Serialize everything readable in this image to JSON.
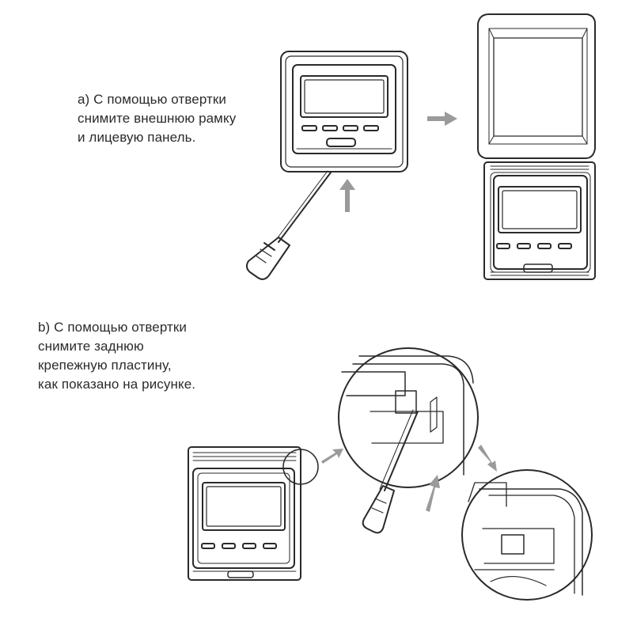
{
  "step_a": {
    "lines": [
      "a) С помощью отвертки",
      "снимите внешнюю рамку",
      "и лицевую панель."
    ]
  },
  "step_b": {
    "lines": [
      "b) С помощью отвертки",
      "снимите заднюю",
      "крепежную пластину,",
      "как показано на рисунке."
    ]
  },
  "colors": {
    "line_art": "#2a2a2a",
    "arrow": "#9a9a9a"
  }
}
